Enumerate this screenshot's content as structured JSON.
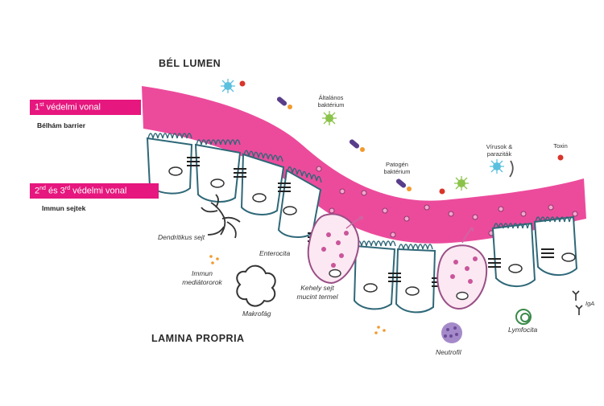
{
  "regions": {
    "lumen": "BÉL LUMEN",
    "lamina": "LAMINA PROPRIA"
  },
  "lines": {
    "first": {
      "num": "1",
      "sup": "st",
      "text": " védelmi vonal",
      "sub": "Bélhám barrier"
    },
    "second": {
      "num1": "2",
      "sup1": "nd",
      "mid": " és 3",
      "sup2": "rd",
      "text": " védelmi vonal",
      "sub": "Immun sejtek"
    }
  },
  "lumen_labels": {
    "general_bacteria": "Általános baktérium",
    "pathogen_bacteria": "Patogén baktérium",
    "viruses": "Vírusok & paraziták",
    "toxin": "Toxin"
  },
  "cell_labels": {
    "dendritic": "Dendritikus sejt",
    "enterocyte": "Enterocita",
    "mediators": "Immun mediátororok",
    "goblet": "Kehely sejt mucint termel",
    "macrophage": "Makrofág",
    "neutrophil": "Neutrofil",
    "lymphocyte": "Lymfocita",
    "iga": "IgA"
  },
  "colors": {
    "mucus": "#ec4b9c",
    "tag": "#e6177e",
    "cell_outline": "#2f6878",
    "goblet_outline": "#9a4f86",
    "neutrophil": "#a58ac9",
    "lymphocyte": "#3a8a4a",
    "bacteria_green": "#8bc34a",
    "virus_blue": "#5bc0de",
    "toxin_red": "#d9342b",
    "orange": "#f29a2e"
  }
}
